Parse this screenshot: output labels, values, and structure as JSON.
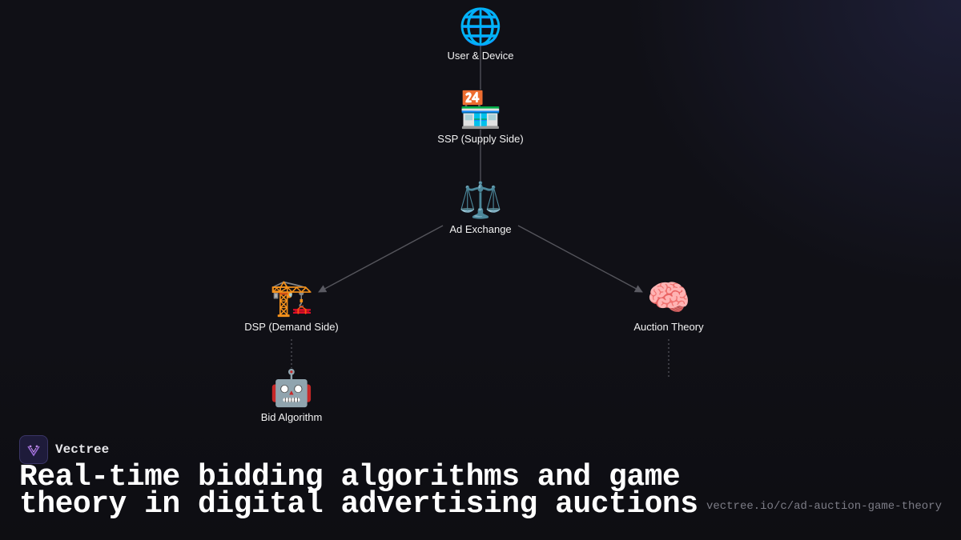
{
  "diagram": {
    "nodes": [
      {
        "id": "user",
        "icon": "🌐",
        "icon_name": "globe-icon",
        "label": "User & Device"
      },
      {
        "id": "ssp",
        "icon": "🏪",
        "icon_name": "convenience-store-icon",
        "label": "SSP (Supply Side)"
      },
      {
        "id": "exchange",
        "icon": "⚖️",
        "icon_name": "balance-scale-icon",
        "label": "Ad Exchange"
      },
      {
        "id": "dsp",
        "icon": "🏗️",
        "icon_name": "building-construction-icon",
        "label": "DSP (Demand Side)"
      },
      {
        "id": "theory",
        "icon": "🧠",
        "icon_name": "brain-icon",
        "label": "Auction Theory"
      },
      {
        "id": "bid",
        "icon": "🤖",
        "icon_name": "robot-icon",
        "label": "Bid Algorithm"
      }
    ],
    "edges": [
      {
        "from": "user",
        "to": "ssp",
        "style": "solid",
        "arrow": false
      },
      {
        "from": "ssp",
        "to": "exchange",
        "style": "solid",
        "arrow": false
      },
      {
        "from": "exchange",
        "to": "dsp",
        "style": "solid",
        "arrow": true
      },
      {
        "from": "exchange",
        "to": "theory",
        "style": "solid",
        "arrow": true
      },
      {
        "from": "dsp",
        "to": "bid",
        "style": "dotted",
        "arrow": false
      },
      {
        "from": "theory",
        "to": "",
        "style": "dotted",
        "arrow": false
      }
    ]
  },
  "brand": {
    "name": "Vectree",
    "logo_icon": "vectree-logo-icon"
  },
  "headline": "Real-time bidding algorithms and game theory in digital advertising auctions",
  "url": "vectree.io/c/ad-auction-game-theory",
  "colors": {
    "background": "#101016",
    "edge": "#55555c",
    "text": "#ffffff",
    "muted": "#7c7c86",
    "logo_bg": "#1e1b3a",
    "logo_accent": "#9b6bd6"
  }
}
